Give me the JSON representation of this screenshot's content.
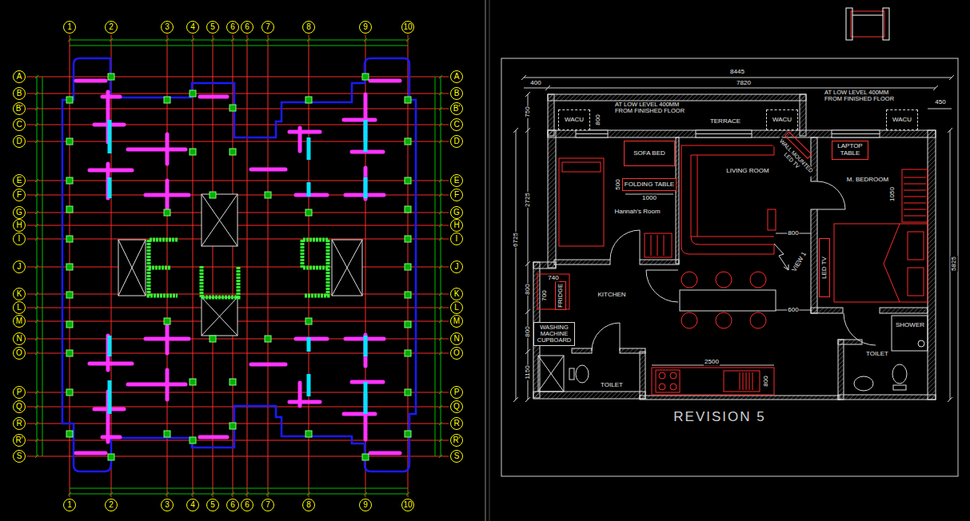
{
  "diagram": {
    "nodes": [
      {
        "text": [
          "1"
        ]
      },
      {
        "text": [
          "2"
        ]
      },
      {
        "text": [
          "3"
        ]
      },
      {
        "text": [
          "4"
        ]
      },
      {
        "text": [
          "5"
        ]
      },
      {
        "text": [
          "6"
        ]
      },
      {
        "text": [
          "6"
        ]
      },
      {
        "text": [
          "7"
        ]
      },
      {
        "text": [
          "8"
        ]
      },
      {
        "text": [
          "9"
        ]
      },
      {
        "text": [
          "10"
        ]
      },
      {
        "text": [
          "A"
        ]
      },
      {
        "text": [
          "B"
        ]
      },
      {
        "text": [
          "B'"
        ]
      },
      {
        "text": [
          "C"
        ]
      },
      {
        "text": [
          "D"
        ]
      },
      {
        "text": [
          "E"
        ]
      },
      {
        "text": [
          "F"
        ]
      },
      {
        "text": [
          "G"
        ]
      },
      {
        "text": [
          "H"
        ]
      },
      {
        "text": [
          "I"
        ]
      },
      {
        "text": [
          "J"
        ]
      },
      {
        "text": [
          "K"
        ]
      },
      {
        "text": [
          "L"
        ]
      },
      {
        "text": [
          "M"
        ]
      },
      {
        "text": [
          "N"
        ]
      },
      {
        "text": [
          "O"
        ]
      },
      {
        "text": [
          "P"
        ]
      },
      {
        "text": [
          "Q"
        ]
      },
      {
        "text": [
          "R"
        ]
      },
      {
        "text": [
          "R'"
        ]
      },
      {
        "text": [
          "S"
        ]
      },
      {
        "text": [
          "A"
        ]
      },
      {
        "text": [
          "B"
        ]
      },
      {
        "text": [
          "B'"
        ]
      },
      {
        "text": [
          "C"
        ]
      },
      {
        "text": [
          "D"
        ]
      },
      {
        "text": [
          "E"
        ]
      },
      {
        "text": [
          "F"
        ]
      },
      {
        "text": [
          "G"
        ]
      },
      {
        "text": [
          "H"
        ]
      },
      {
        "text": [
          "I"
        ]
      },
      {
        "text": [
          "J"
        ]
      },
      {
        "text": [
          "K"
        ]
      },
      {
        "text": [
          "L"
        ]
      },
      {
        "text": [
          "M"
        ]
      },
      {
        "text": [
          "N"
        ]
      },
      {
        "text": [
          "O"
        ]
      },
      {
        "text": [
          "P"
        ]
      },
      {
        "text": [
          "Q"
        ]
      },
      {
        "text": [
          "R"
        ]
      },
      {
        "text": [
          "R'"
        ]
      },
      {
        "text": [
          "S"
        ]
      },
      {
        "text": [
          "1"
        ]
      },
      {
        "text": [
          "2"
        ]
      },
      {
        "text": [
          "3"
        ]
      },
      {
        "text": [
          "4"
        ]
      },
      {
        "text": [
          "5"
        ]
      },
      {
        "text": [
          "6"
        ]
      },
      {
        "text": [
          "6"
        ]
      },
      {
        "text": [
          "7"
        ]
      },
      {
        "text": [
          "8"
        ]
      },
      {
        "text": [
          "9"
        ]
      },
      {
        "text": [
          "10"
        ]
      },
      {
        "text": [
          "WACU"
        ]
      },
      {
        "text": [
          "WACU"
        ]
      },
      {
        "text": [
          "WACU"
        ]
      },
      {
        "text": [
          "SOFA BED"
        ]
      },
      {
        "text": [
          "FOLDING TABLE"
        ]
      },
      {
        "text": [
          "LAPTOP TABLE"
        ]
      },
      {
        "text": [
          "LED TV"
        ]
      },
      {
        "text": [
          "FRIDGE"
        ]
      },
      {
        "text": [
          "WASHING MACHINE CUPBOARD"
        ]
      }
    ],
    "labels": [
      "8445",
      "7820",
      "400",
      "AT LOW LEVEL 400MM FROM FINISHED FLOOR",
      "AT LOW LEVEL 400MM FROM FINISHED FLOOR",
      "TERRACE",
      "750",
      "800",
      "450",
      "2725",
      "6725",
      "5825",
      "800",
      "800",
      "1150",
      "500",
      "1000",
      "Hannah's Room",
      "LIVING ROOM",
      "WALL MOUNTED LED TV",
      "M. BEDROOM",
      "1050",
      "800",
      "VIEW 1",
      "600",
      "KITCHEN",
      "740",
      "700",
      "2500",
      "800",
      "TOILET",
      "TOILET",
      "SHOWER",
      "REVISION 5"
    ]
  }
}
